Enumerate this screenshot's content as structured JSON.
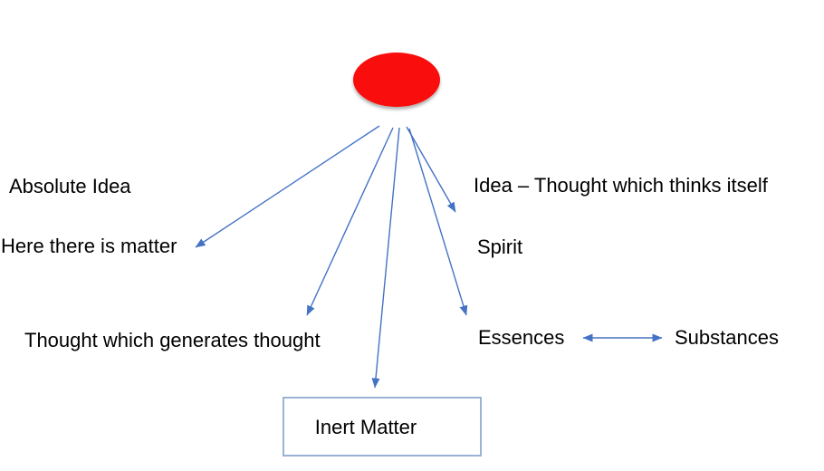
{
  "colors": {
    "background": "#ffffff",
    "hub_fill": "#fa0b09",
    "arrow": "#4472c4",
    "box_border": "#9ab3d5",
    "text": "#000000"
  },
  "hub": {
    "shape": "ellipse",
    "description": "red-ellipse-hub"
  },
  "labels": {
    "absolute_idea": "Absolute Idea",
    "here_matter": "Here there is matter",
    "idea_thought": "Idea – Thought which thinks itself",
    "spirit": "Spirit",
    "thought_generates": "Thought which generates thought",
    "essences": "Essences",
    "substances": "Substances",
    "inert_matter": "Inert Matter"
  },
  "edges": [
    {
      "from": "red-ellipse",
      "to": "Here there is matter",
      "type": "arrow"
    },
    {
      "from": "red-ellipse",
      "to": "Thought which generates thought",
      "type": "arrow"
    },
    {
      "from": "red-ellipse",
      "to": "Inert Matter",
      "type": "arrow"
    },
    {
      "from": "red-ellipse",
      "to": "Spirit",
      "type": "arrow"
    },
    {
      "from": "red-ellipse",
      "to": "Essences",
      "type": "arrow"
    },
    {
      "from": "Essences",
      "to": "Substances",
      "type": "double-arrow"
    }
  ]
}
